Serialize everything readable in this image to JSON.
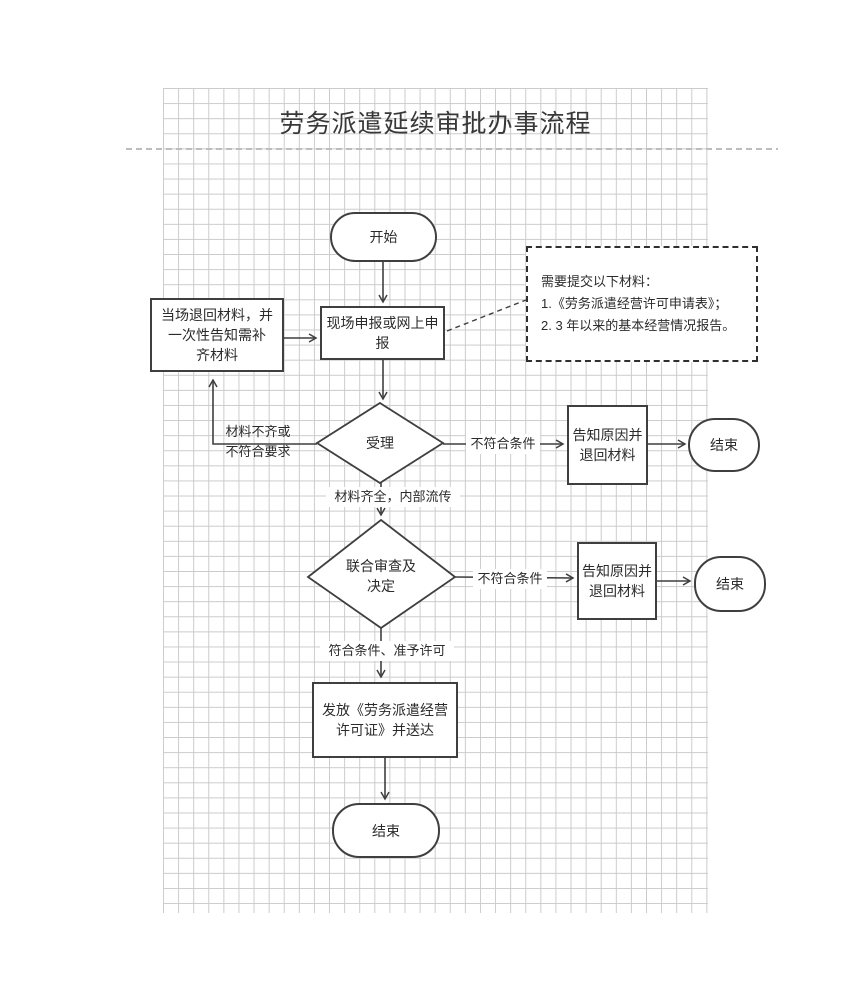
{
  "title": "劳务派遣延续审批办事流程",
  "colors": {
    "stroke": "#3f3f3f",
    "grid": "#cbcbcb",
    "text": "#2b2b2b"
  },
  "flow": {
    "start": "开始",
    "apply": "现场申报或网上申\n报",
    "note": "需要提交以下材料：\n1.《劳务派遣经营许可申请表》；\n2. 3 年以来的基本经营情况报告。",
    "return_note": "当场退回材料，并\n一次性告知需补\n齐材料",
    "accept": "受理",
    "label_incomplete": "材料不齐或\n不符合要求",
    "label_complete": "材料齐全，内部流传",
    "label_reject1": "不符合条件",
    "notify1": "告知原因并\n退回材料",
    "end1": "结束",
    "review": "联合审查及\n决定",
    "label_reject2": "不符合条件",
    "notify2": "告知原因并\n退回材料",
    "end2": "结束",
    "label_approve": "符合条件、准予许可",
    "issue": "发放《劳务派遣经营\n许可证》并送达",
    "end_final": "结束"
  }
}
